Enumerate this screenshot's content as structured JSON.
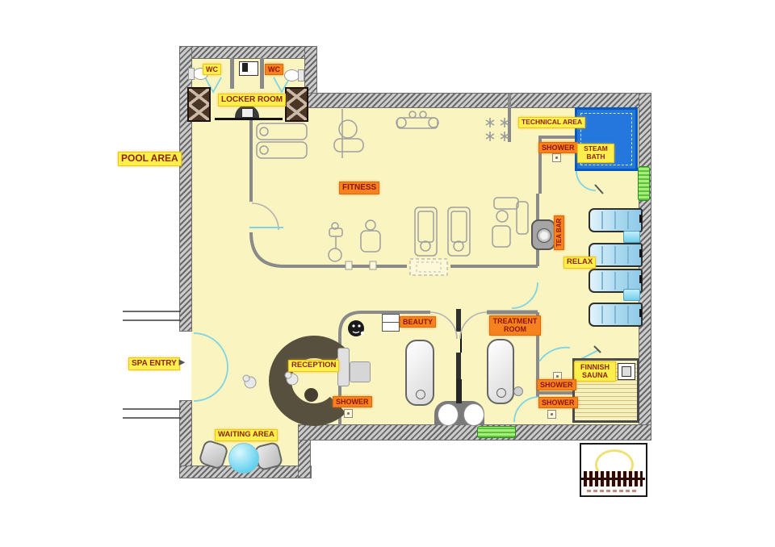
{
  "diagram": {
    "kind": "spa-fitness-floor-plan"
  },
  "labels": {
    "pool_area": "POOL AREA",
    "spa_entry": "SPA ENTRY",
    "wc_left": "WC",
    "wc_right": "WC",
    "locker_room": "LOCKER ROOM",
    "fitness": "FITNESS",
    "technical_area": "TECHNICAL AREA",
    "shower_top": "SHOWER",
    "steam_bath": "STEAM BATH",
    "tea_bar": "TEA BAR",
    "relax": "RELAX",
    "beauty": "BEAUTY",
    "treatment_room": "TREATMENT ROOM",
    "reception": "RECEPTION",
    "shower_center": "SHOWER",
    "waiting_area": "WAITING AREA",
    "finnish_sauna": "FINNISH SAUNA",
    "shower_right_top": "SHOWER",
    "shower_right_bottom": "SHOWER"
  },
  "icons": {
    "entry_arrow": "►"
  },
  "colors": {
    "floor": "#faf5c0",
    "wall_hatch": "#9a9a9a",
    "label_yellow": "#ffef4d",
    "label_orange": "#f5821f",
    "label_text": "#8b2500",
    "steam_bath_blue": "#2478dd",
    "lounger_blue": "#a9d9ef",
    "door_cyan": "#7fd3e4",
    "accent_green": "#57c23a",
    "reception_desk_brown": "#57503f",
    "sauna_wood": "#cdc07e"
  }
}
